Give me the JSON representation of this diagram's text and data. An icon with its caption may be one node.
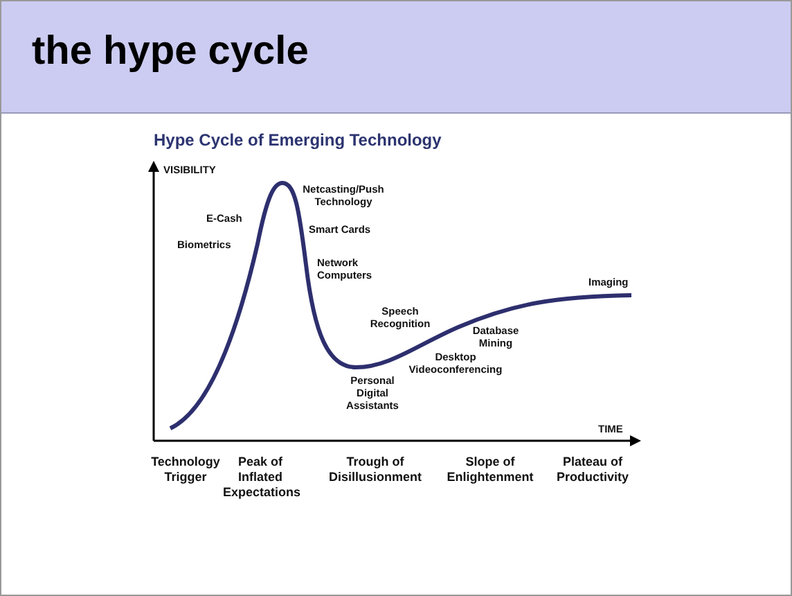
{
  "diagram": {
    "title": "the hype cycle",
    "labels": [
      "Hype Cycle of Emerging Technology",
      "VISIBILITY",
      "E-Cash",
      "Biometrics",
      "Netcasting/Push Technology",
      "Smart Cards",
      "Network Computers",
      "Speech Recognition",
      "Database Mining",
      "Desktop Videoconferencing",
      "Personal Digital Assistants",
      "Imaging",
      "TIME",
      "Technology Trigger",
      "Peak of Inflated Expectations",
      "Trough of Disillusionment",
      "Slope of Enlightenment",
      "Plateau of Productivity"
    ]
  }
}
